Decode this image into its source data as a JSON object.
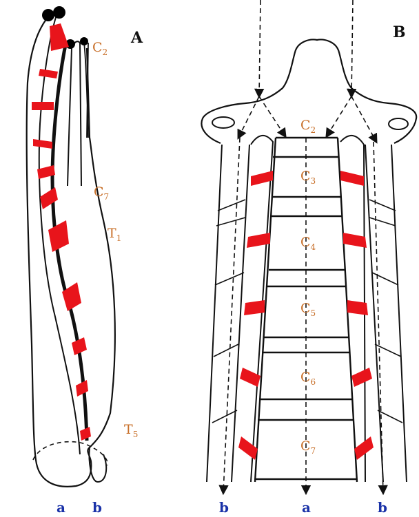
{
  "colors": {
    "outline": "#111111",
    "ligament": "#e8141b",
    "vertebra_label": "#c8702a",
    "axis_label": "#1a32a8",
    "knob": "#000000"
  },
  "panel_a": {
    "label": "A",
    "vertebrae": [
      {
        "base": "C",
        "sub": "2"
      },
      {
        "base": "C",
        "sub": "7"
      },
      {
        "base": "T",
        "sub": "1"
      },
      {
        "base": "T",
        "sub": "5"
      }
    ],
    "bottom_labels": [
      "a",
      "b"
    ]
  },
  "panel_b": {
    "label": "B",
    "vertebrae": [
      {
        "base": "C",
        "sub": "2"
      },
      {
        "base": "C",
        "sub": "3"
      },
      {
        "base": "C",
        "sub": "4"
      },
      {
        "base": "C",
        "sub": "5"
      },
      {
        "base": "C",
        "sub": "6"
      },
      {
        "base": "C",
        "sub": "7"
      }
    ],
    "bottom_labels": [
      "b",
      "a",
      "b"
    ]
  }
}
